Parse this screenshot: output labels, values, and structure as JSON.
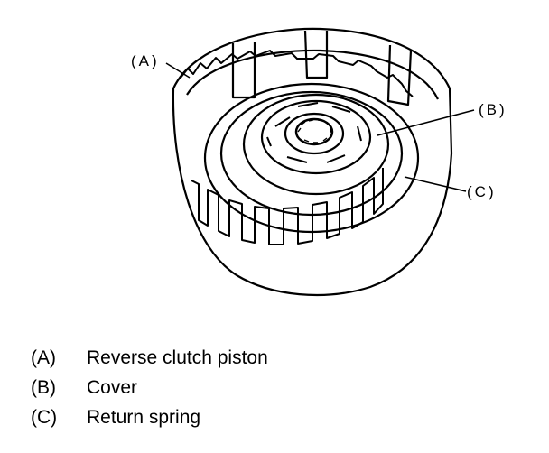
{
  "callouts": {
    "a": "(A)",
    "b": "(B)",
    "c": "(C)"
  },
  "legend": [
    {
      "key": "(A)",
      "label": "Reverse clutch piston"
    },
    {
      "key": "(B)",
      "label": "Cover"
    },
    {
      "key": "(C)",
      "label": "Return spring"
    }
  ]
}
